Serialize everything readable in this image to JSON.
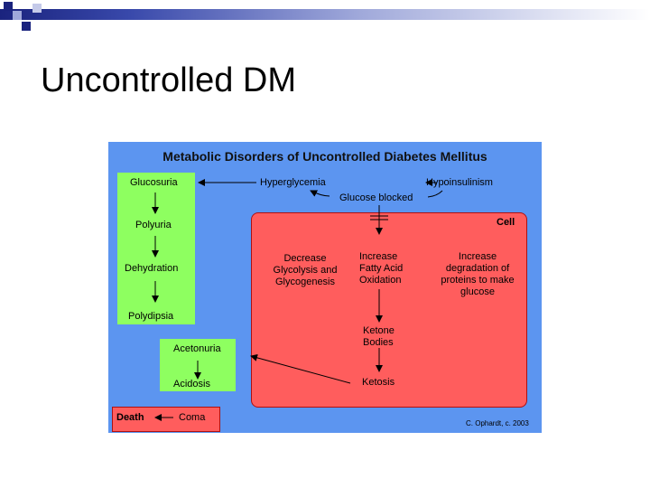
{
  "slide": {
    "title": "Uncontrolled DM"
  },
  "diagram": {
    "title": "Metabolic Disorders of Uncontrolled Diabetes Mellitus",
    "cell_label": "Cell",
    "nodes": {
      "glucosuria": "Glucosuria",
      "polyuria": "Polyuria",
      "dehydration": "Dehydration",
      "polydipsia": "Polydipsia",
      "hyperglycemia": "Hyperglycemia",
      "hypoinsulinism": "Hypoinsulinism",
      "glucose_blocked": "Glucose blocked",
      "decrease_line1": "Decrease",
      "decrease_line2": "Glycolysis and",
      "decrease_line3": "Glycogenesis",
      "increase_fa_line1": "Increase",
      "increase_fa_line2": "Fatty Acid",
      "increase_fa_line3": "Oxidation",
      "increase_pr_line1": "Increase",
      "increase_pr_line2": "degradation of",
      "increase_pr_line3": "proteins to make",
      "increase_pr_line4": "glucose",
      "ketone_line1": "Ketone",
      "ketone_line2": "Bodies",
      "ketosis": "Ketosis",
      "acetonuria": "Acetonuria",
      "acidosis": "Acidosis",
      "death": "Death",
      "coma": "Coma"
    },
    "credit": "C. Ophardt, c. 2003"
  }
}
